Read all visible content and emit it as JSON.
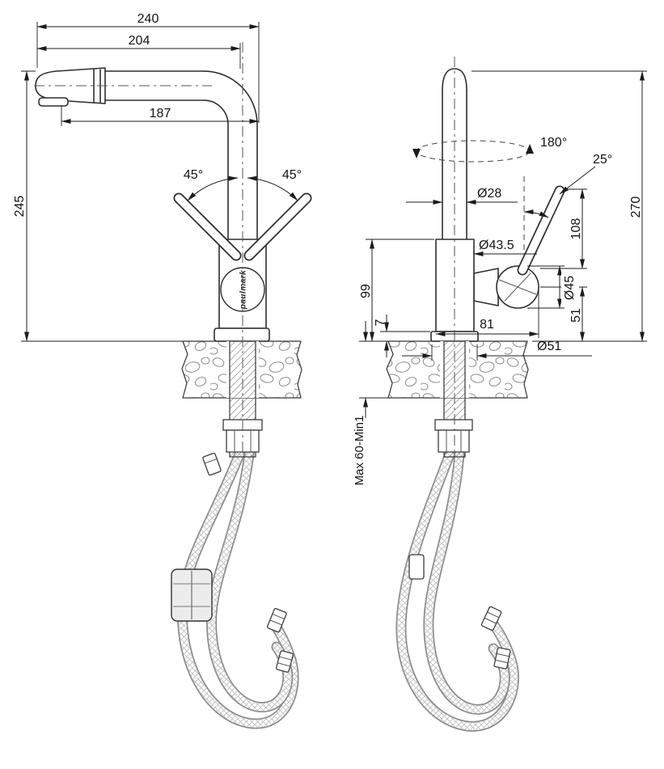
{
  "diagram": {
    "brand_logo": "paulmark",
    "style_colors": {
      "ink": "#1c1c1c",
      "hose_gray": "#8d8d8d"
    },
    "front_view": {
      "width_overall": "240",
      "width_spout": "204",
      "reach_aerator": "187",
      "height_spout": "245",
      "swing_left": "45°",
      "swing_right": "45°"
    },
    "side_view": {
      "spout_rotation": "180°",
      "handle_angle": "25°",
      "dia_spout_pipe": "Ø28",
      "dia_body": "Ø43.5",
      "handle_length": "108",
      "dia_handle_joint": "Ø45",
      "height_body": "99",
      "base_plate_height": "7",
      "handle_reach": "81",
      "joint_height": "51",
      "height_overall": "270",
      "dia_base": "Ø51",
      "mount_range": "Max 60-Min1"
    }
  }
}
